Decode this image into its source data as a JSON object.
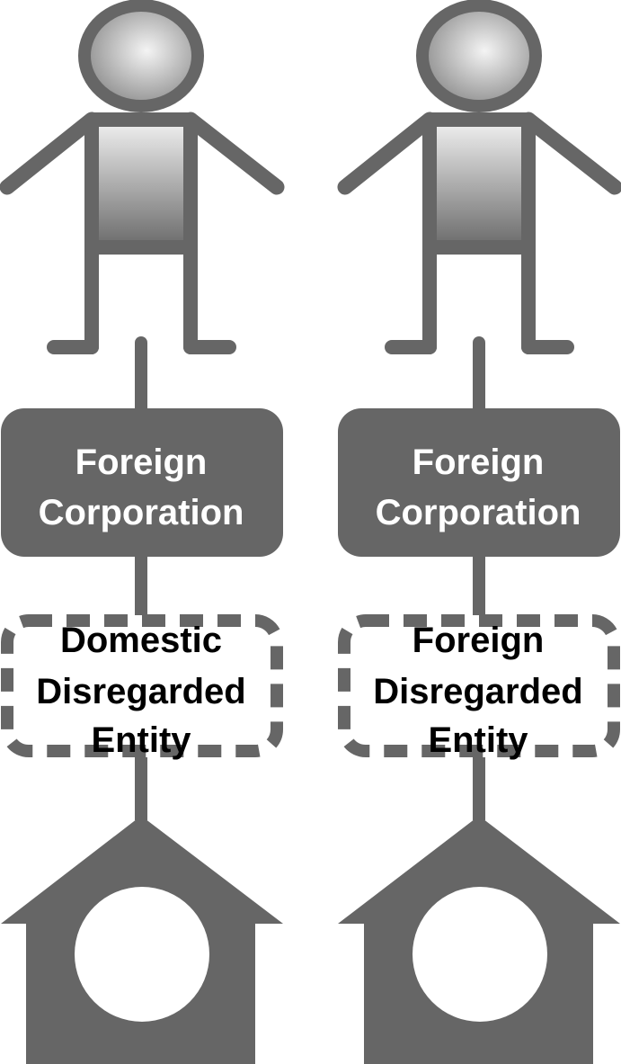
{
  "colors": {
    "shape": "#666666",
    "house_window": "#ffffff",
    "corp_text": "#ffffff",
    "entity_text": "#000000",
    "head_highlight": "#f4f4f4",
    "torso_top": "#f2f2f2",
    "torso_bottom": "#6a6a6a"
  },
  "icons": [
    "person-icon",
    "house-icon"
  ],
  "columns": [
    {
      "corporation": {
        "line1": "Foreign",
        "line2": "Corporation"
      },
      "entity": {
        "line1": "Domestic",
        "line2": "Disregarded",
        "line3": "Entity"
      }
    },
    {
      "corporation": {
        "line1": "Foreign",
        "line2": "Corporation"
      },
      "entity": {
        "line1": "Foreign",
        "line2": "Disregarded",
        "line3": "Entity"
      }
    }
  ]
}
